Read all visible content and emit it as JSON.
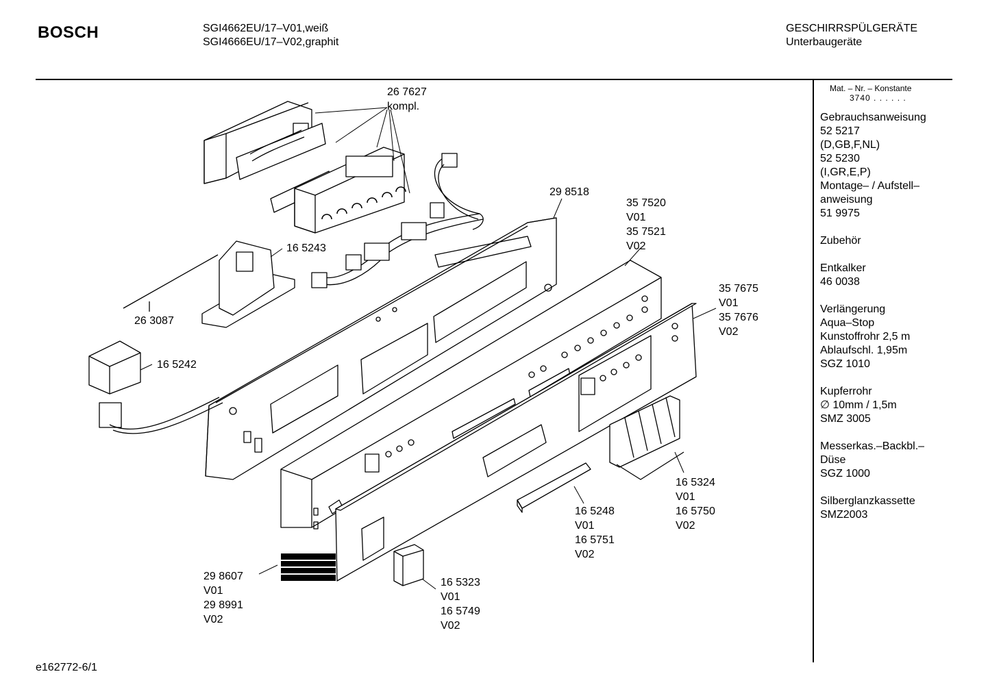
{
  "header": {
    "brand": "BOSCH",
    "model_line_1": "SGI4662EU/17–V01,weiß",
    "model_line_2": "SGI4666EU/17–V02,graphit",
    "category_line_1": "GESCHIRRSPÜLGERÄTE",
    "category_line_2": "Unterbaugeräte"
  },
  "sidebar": {
    "mat_nr_label": "Mat. – Nr. – Konstante",
    "mat_nr_value": "3740 . . . . . .",
    "entries": [
      "Gebrauchsanweisung\n52 5217\n(D,GB,F,NL)\n52 5230\n(I,GR,E,P)\nMontage– / Aufstell–\nanweisung\n51 9975",
      "Zubehör",
      "Entkalker\n46 0038",
      "Verlängerung\nAqua–Stop\nKunstoffrohr 2,5 m\nAblaufschl. 1,95m\nSGZ 1010",
      "Kupferrohr\n∅ 10mm / 1,5m\nSMZ 3005",
      "Messerkas.–Backbl.–\nDüse\nSGZ 1000",
      "Silberglanzkassette\nSMZ2003"
    ]
  },
  "callouts": {
    "c267627": "26 7627\nkompl.",
    "c298518": "29 8518",
    "c357520": "35 7520\nV01\n35 7521\nV02",
    "c357675": "35 7675\nV01\n35 7676\nV02",
    "c165243": "16 5243",
    "c263087": "26 3087",
    "c165242": "16 5242",
    "c165324": "16 5324\nV01\n16 5750\nV02",
    "c165248": "16 5248\nV01\n16 5751\nV02",
    "c298607": "29 8607\nV01\n29 8991\nV02",
    "c165323": "16 5323\nV01\n16 5749\nV02"
  },
  "footer": {
    "drawing_id": "e162772-6/1"
  }
}
